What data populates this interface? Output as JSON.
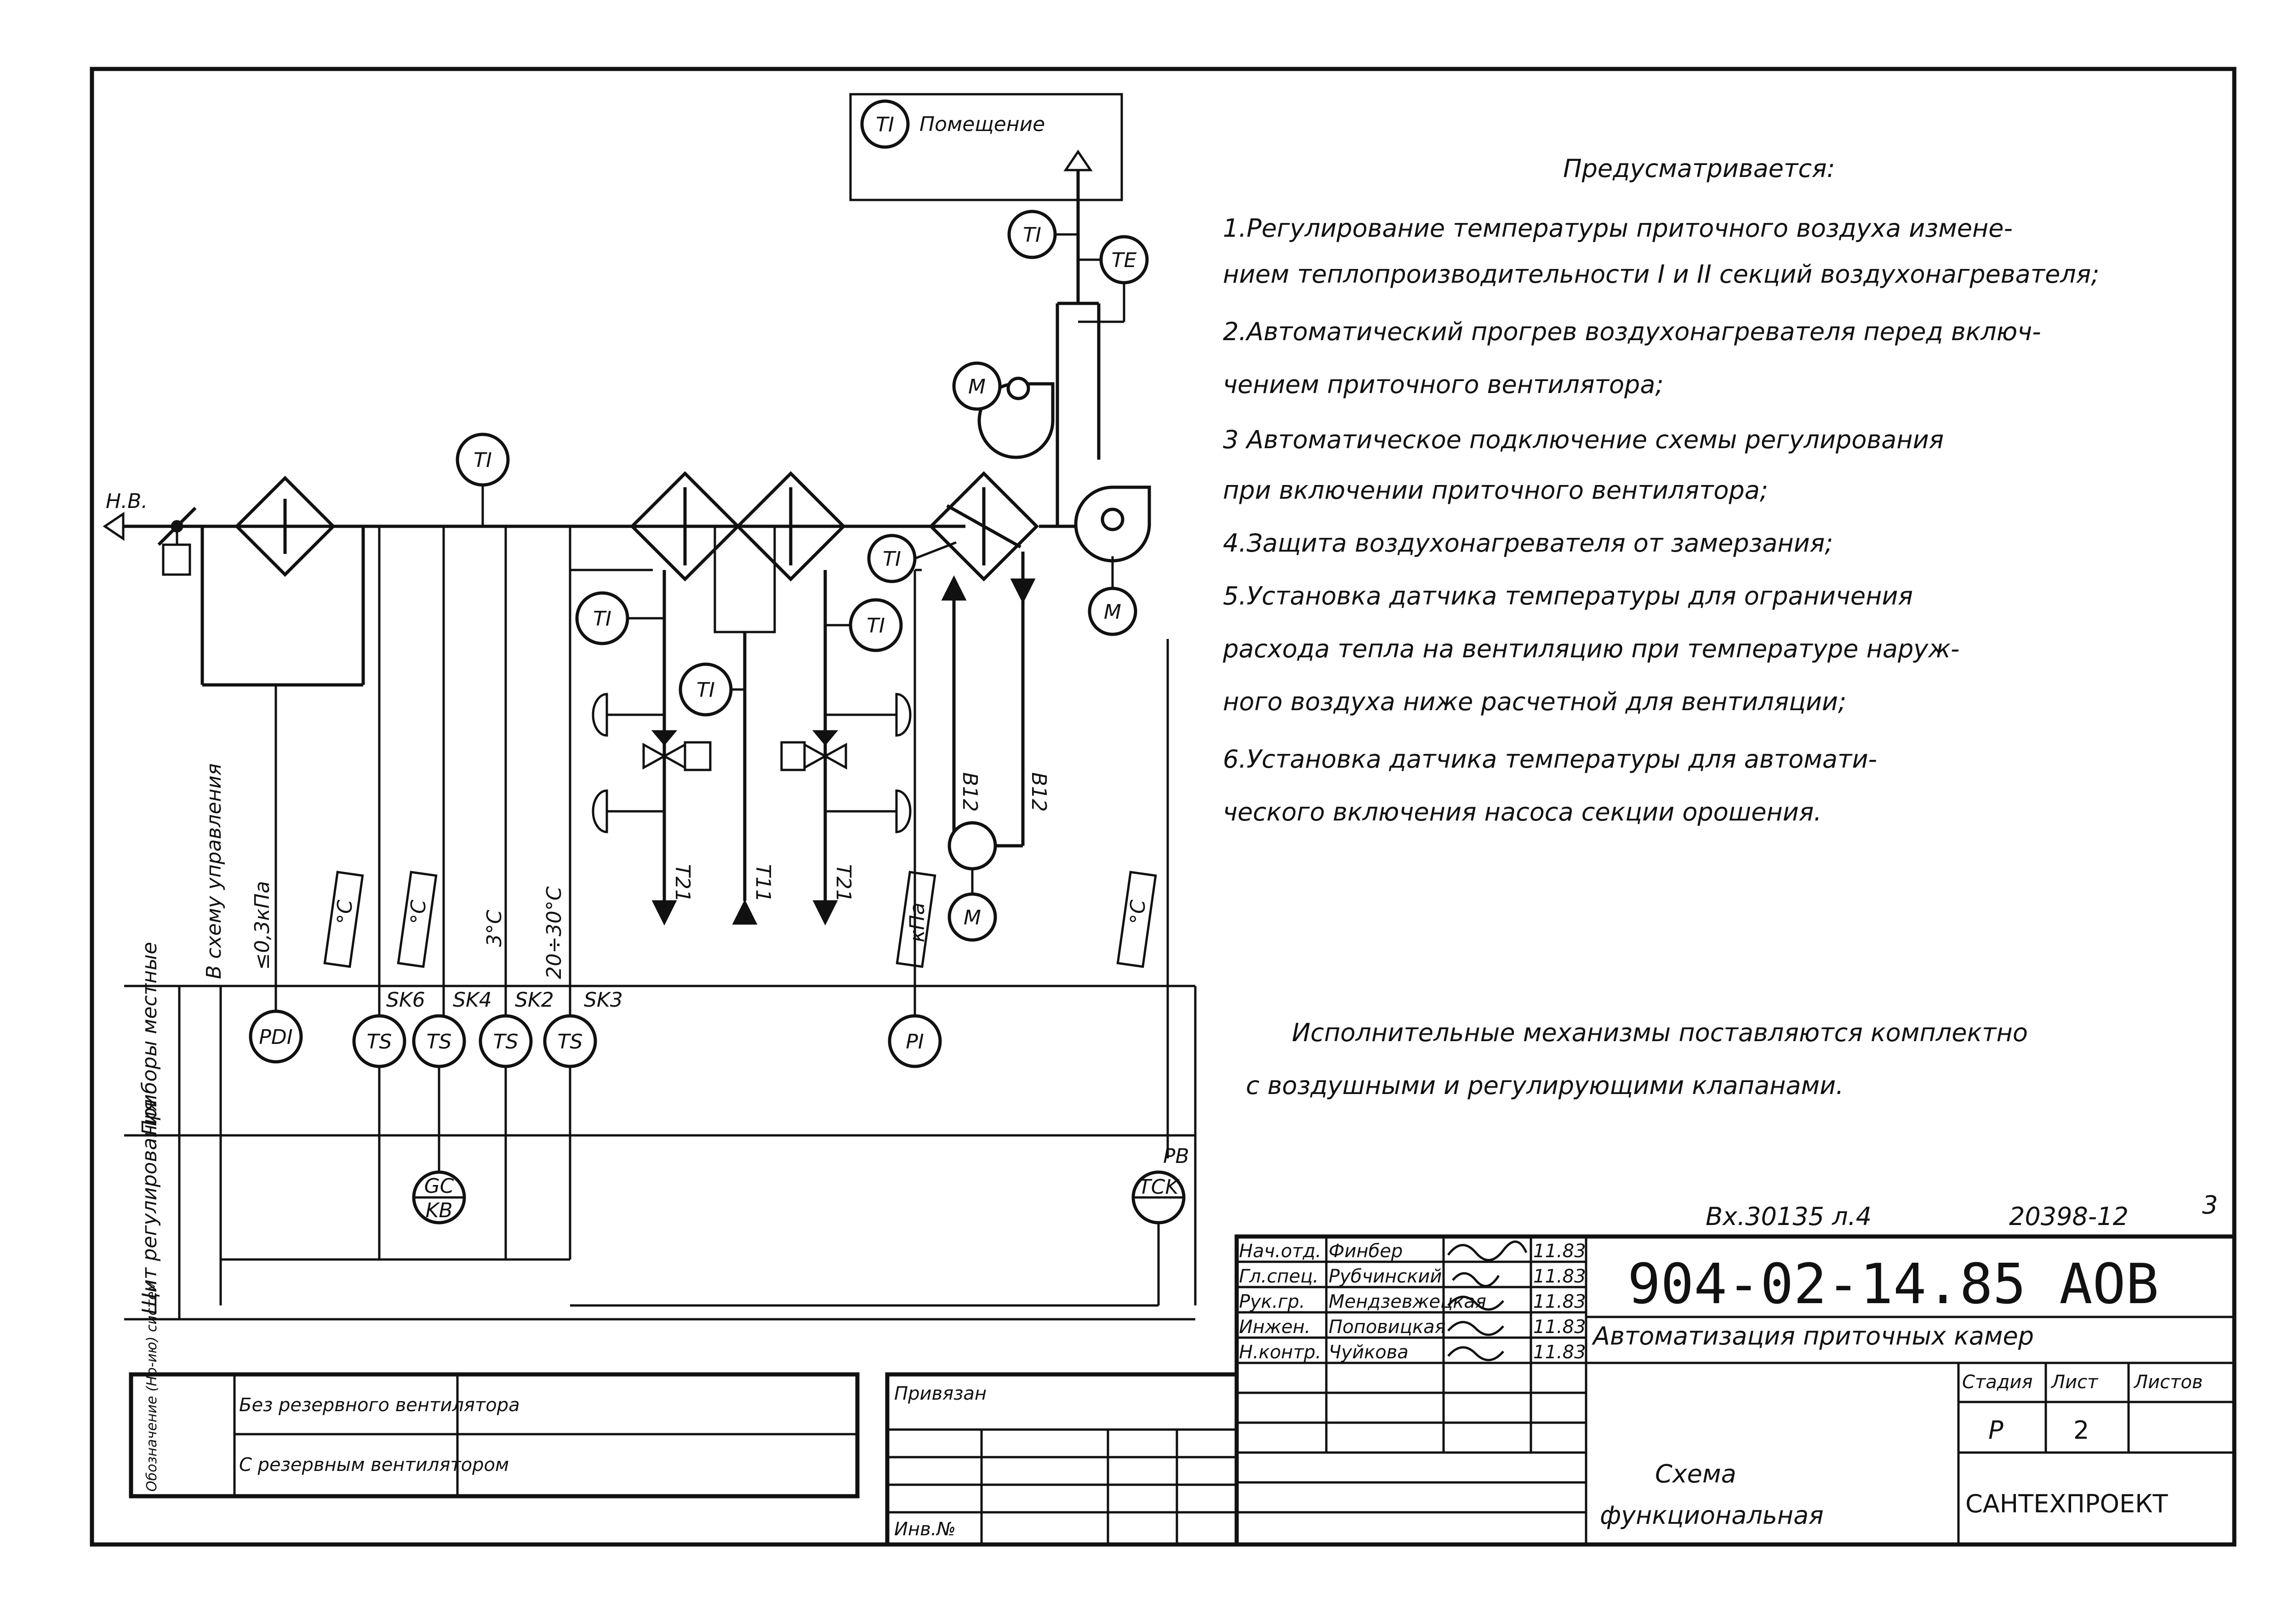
{
  "room": {
    "label": "Помещение",
    "instrument": "TI"
  },
  "notes": {
    "heading": "Предусматривается:",
    "lines": [
      "1.Регулирование температуры приточного воздуха измене-",
      "нием теплопроизводительности I и II секций воздухонагревателя;",
      "2.Автоматический прогрев воздухонагревателя перед включ-",
      "чением приточного вентилятора;",
      "3 Автоматическое подключение схемы регулирования",
      "при включении приточного вентилятора;",
      "4.Защита воздухонагревателя от замерзания;",
      "5.Установка датчика температуры для ограничения",
      "расхода тепла на вентиляцию при температуре наруж-",
      "ного воздуха ниже расчетной для вентиляции;",
      "6.Установка датчика температуры для автомати-",
      "ческого включения насоса секции орошения."
    ],
    "bottom_lines": [
      "Исполнительные механизмы поставляются комплектно",
      "с воздушными и регулирующими клапанами."
    ]
  },
  "scheme": {
    "outdoor_air": "Н.В.",
    "instruments": {
      "ti": "TI",
      "te": "TE",
      "motor": "M",
      "pi": "PI",
      "pdi": "PDI",
      "ts": "TS",
      "gc": "GC",
      "kb": "KB",
      "tck": "TCK"
    },
    "pipe_labels": {
      "t21": "T21",
      "t11": "T11",
      "b12": "B12"
    },
    "signal_labels": {
      "to_control": "В схему управления",
      "pdi_value": "≤0,3кПа",
      "deg1": "°C",
      "deg2": "°C",
      "ts3": "3°C",
      "ts4": "20÷30°C",
      "kpa": "кПа",
      "deg_right": "°C"
    },
    "switch_tags": [
      "SK6",
      "SK4",
      "SK2",
      "SK3"
    ],
    "pb_tag": "PB",
    "rows": {
      "local": "Приборы местные",
      "panel": "Щит регулирования"
    }
  },
  "stamp": {
    "inv_line": "Вх.30135 л.4",
    "doc_no": "20398-12",
    "sheet_corner": "3",
    "code": "904-02-14.85 АОВ",
    "title": "Автоматизация приточных камер",
    "drawing": [
      "Схема",
      "функциональная"
    ],
    "org": "САНТЕХПРОЕКТ",
    "cols": {
      "stage": "Стадия",
      "sheet": "Лист",
      "sheets": "Листов"
    },
    "stage_value": "Р",
    "sheet_value": "2",
    "signers": [
      {
        "role": "Нач.отд.",
        "name": "Финбер",
        "date": "11.83"
      },
      {
        "role": "Гл.спец.",
        "name": "Рубчинский",
        "date": "11.83"
      },
      {
        "role": "Рук.гр.",
        "name": "Мендзевжецкая",
        "date": "11.83"
      },
      {
        "role": "Инжен.",
        "name": "Поповицкая",
        "date": "11.83"
      },
      {
        "role": "Н.контр.",
        "name": "Чуйкова",
        "date": "11.83"
      }
    ],
    "bound": "Привязан",
    "inv_no": "Инв.№"
  },
  "systems": {
    "header": "Обозначение (Но-ию) систем",
    "rows": [
      "Без резервного вентилятора",
      "С резервным вентилятором"
    ]
  }
}
